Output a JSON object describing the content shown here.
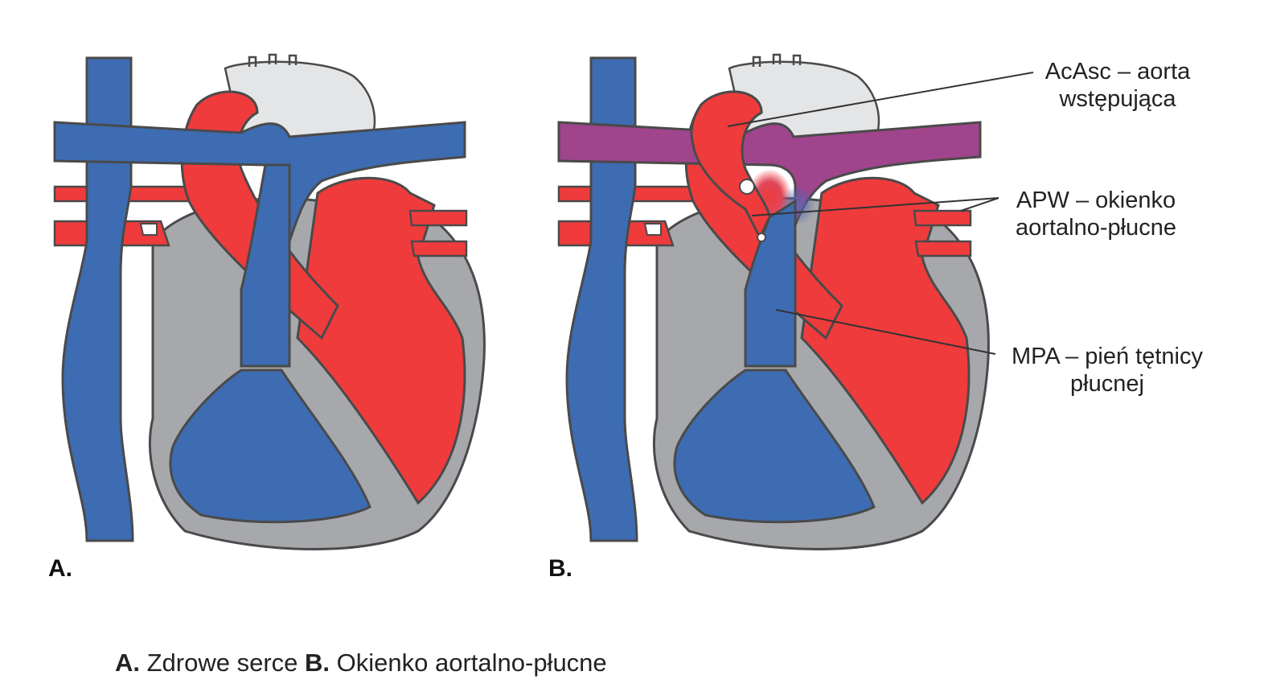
{
  "panels": {
    "a": {
      "letter": "A."
    },
    "b": {
      "letter": "B."
    }
  },
  "labels": {
    "acasc": {
      "line1": "AcAsc – aorta",
      "line2": "wstępująca"
    },
    "apw": {
      "line1": "APW – okienko",
      "line2": "aortalno-płucne"
    },
    "mpa": {
      "line1": "MPA – pień tętnicy",
      "line2": "płucnej"
    }
  },
  "caption": {
    "a_letter": "A.",
    "a_text": " Zdrowe serce ",
    "b_letter": "B.",
    "b_text": " Okienko aortalno-płucne"
  },
  "colors": {
    "venous_blue": "#3d6cb3",
    "arterial_red": "#ef3b3c",
    "mixed_purple": "#a0448c",
    "wall_gray": "#a7a8ab",
    "arch_light_gray": "#e4e5e6",
    "outline": "#4a4a4a"
  }
}
